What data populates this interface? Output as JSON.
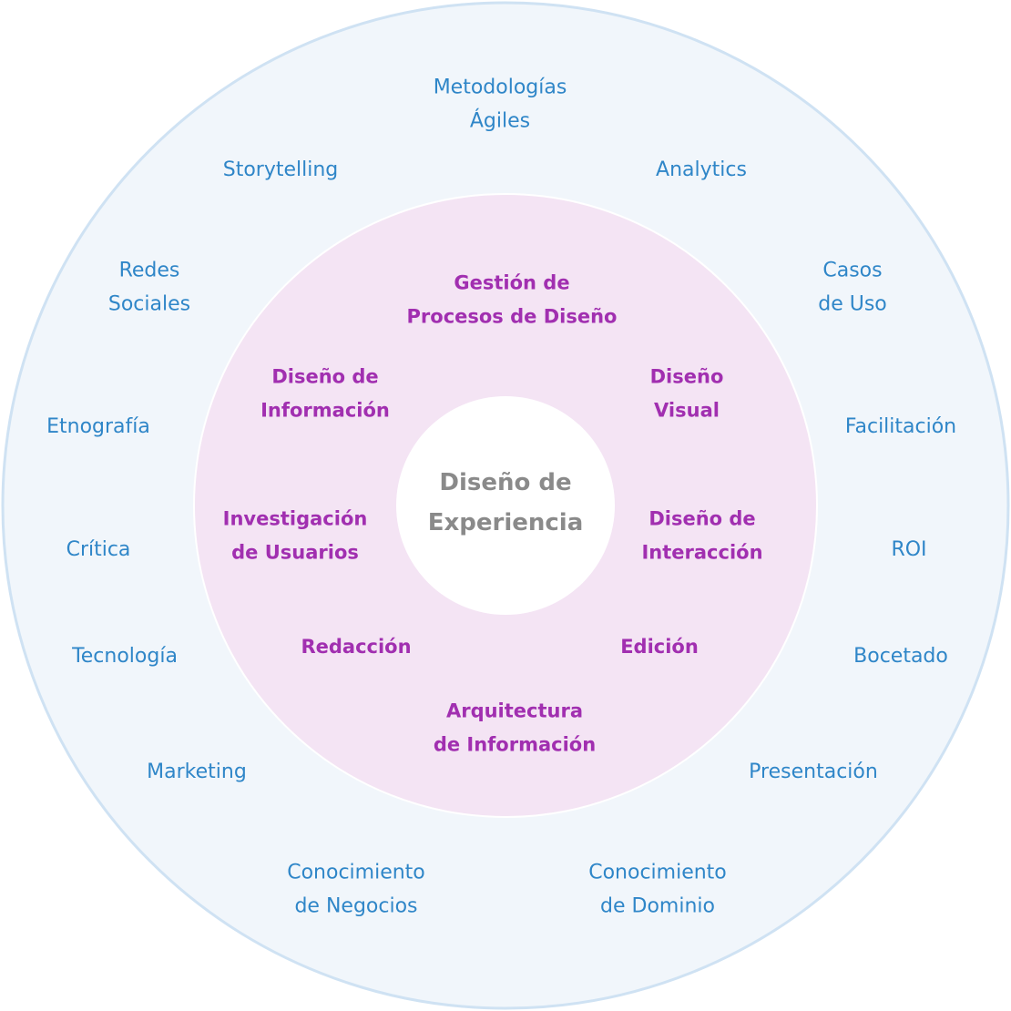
{
  "colors": {
    "outer_ring_fill": "#f1f6fb",
    "outer_ring_stroke": "#cfe2f3",
    "middle_ring_fill": "#f4e4f4",
    "inner_circle_fill": "#ffffff",
    "outer_text": "#2f86c8",
    "middle_text": "#a12fb0",
    "center_text": "#8a8a8a"
  },
  "center": {
    "lines": [
      "Diseño de",
      "Experiencia"
    ]
  },
  "middle_ring": [
    {
      "id": "gestion-procesos",
      "lines": [
        "Gestión de",
        "Procesos de Diseño"
      ]
    },
    {
      "id": "diseno-informacion",
      "lines": [
        "Diseño de",
        "Información"
      ]
    },
    {
      "id": "diseno-visual",
      "lines": [
        "Diseño",
        "Visual"
      ]
    },
    {
      "id": "investigacion-usuarios",
      "lines": [
        "Investigación",
        "de Usuarios"
      ]
    },
    {
      "id": "diseno-interaccion",
      "lines": [
        "Diseño de",
        "Interacción"
      ]
    },
    {
      "id": "redaccion",
      "lines": [
        "Redacción"
      ]
    },
    {
      "id": "edicion",
      "lines": [
        "Edición"
      ]
    },
    {
      "id": "arquitectura-informacion",
      "lines": [
        "Arquitectura",
        "de Información"
      ]
    }
  ],
  "outer_ring": [
    {
      "id": "metodologias-agiles",
      "lines": [
        "Metodologías",
        "Ágiles"
      ]
    },
    {
      "id": "storytelling",
      "lines": [
        "Storytelling"
      ]
    },
    {
      "id": "analytics",
      "lines": [
        "Analytics"
      ]
    },
    {
      "id": "redes-sociales",
      "lines": [
        "Redes",
        "Sociales"
      ]
    },
    {
      "id": "casos-de-uso",
      "lines": [
        "Casos",
        "de Uso"
      ]
    },
    {
      "id": "etnografia",
      "lines": [
        "Etnografía"
      ]
    },
    {
      "id": "facilitacion",
      "lines": [
        "Facilitación"
      ]
    },
    {
      "id": "critica",
      "lines": [
        "Crítica"
      ]
    },
    {
      "id": "roi",
      "lines": [
        "ROI"
      ]
    },
    {
      "id": "tecnologia",
      "lines": [
        "Tecnología"
      ]
    },
    {
      "id": "bocetado",
      "lines": [
        "Bocetado"
      ]
    },
    {
      "id": "marketing",
      "lines": [
        "Marketing"
      ]
    },
    {
      "id": "presentacion",
      "lines": [
        "Presentación"
      ]
    },
    {
      "id": "conocimiento-negocios",
      "lines": [
        "Conocimiento",
        "de Negocios"
      ]
    },
    {
      "id": "conocimiento-dominio",
      "lines": [
        "Conocimiento",
        "de Dominio"
      ]
    }
  ]
}
